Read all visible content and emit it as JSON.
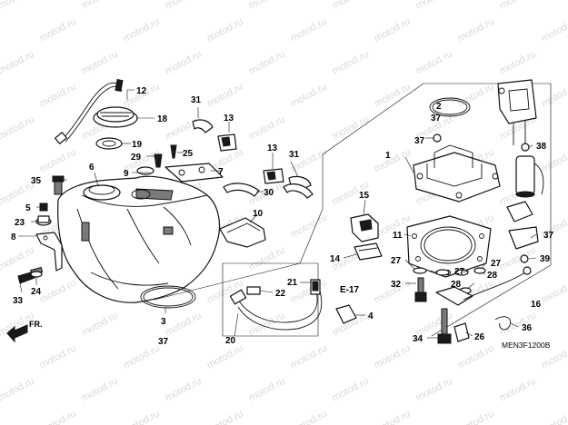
{
  "watermark": "motod.ru",
  "diagram_code": "MEN3F1200B",
  "reference_label": "E-17",
  "direction_label": "FR.",
  "callouts": [
    {
      "id": "c1",
      "text": "1"
    },
    {
      "id": "c2",
      "text": "2"
    },
    {
      "id": "c37a",
      "text": "37"
    },
    {
      "id": "c3",
      "text": "3"
    },
    {
      "id": "c37b",
      "text": "37"
    },
    {
      "id": "c4",
      "text": "4"
    },
    {
      "id": "c5",
      "text": "5"
    },
    {
      "id": "c6",
      "text": "6"
    },
    {
      "id": "c7",
      "text": "7"
    },
    {
      "id": "c8",
      "text": "8"
    },
    {
      "id": "c9",
      "text": "9"
    },
    {
      "id": "c10",
      "text": "10"
    },
    {
      "id": "c11",
      "text": "11"
    },
    {
      "id": "c12",
      "text": "12"
    },
    {
      "id": "c13a",
      "text": "13"
    },
    {
      "id": "c13b",
      "text": "13"
    },
    {
      "id": "c14",
      "text": "14"
    },
    {
      "id": "c15",
      "text": "15"
    },
    {
      "id": "c16",
      "text": "16"
    },
    {
      "id": "c18",
      "text": "18"
    },
    {
      "id": "c19",
      "text": "19"
    },
    {
      "id": "c20",
      "text": "20"
    },
    {
      "id": "c21",
      "text": "21"
    },
    {
      "id": "c22",
      "text": "22"
    },
    {
      "id": "c23",
      "text": "23"
    },
    {
      "id": "c24",
      "text": "24"
    },
    {
      "id": "c25",
      "text": "25"
    },
    {
      "id": "c26",
      "text": "26"
    },
    {
      "id": "c27a",
      "text": "27"
    },
    {
      "id": "c27b",
      "text": "27"
    },
    {
      "id": "c27c",
      "text": "27"
    },
    {
      "id": "c28a",
      "text": "28"
    },
    {
      "id": "c28b",
      "text": "28"
    },
    {
      "id": "c29",
      "text": "29"
    },
    {
      "id": "c30",
      "text": "30"
    },
    {
      "id": "c31a",
      "text": "31"
    },
    {
      "id": "c31b",
      "text": "31"
    },
    {
      "id": "c32",
      "text": "32"
    },
    {
      "id": "c33",
      "text": "33"
    },
    {
      "id": "c34",
      "text": "34"
    },
    {
      "id": "c35",
      "text": "35"
    },
    {
      "id": "c36",
      "text": "36"
    },
    {
      "id": "c37c",
      "text": "37"
    },
    {
      "id": "c37d",
      "text": "37"
    },
    {
      "id": "c38",
      "text": "38"
    },
    {
      "id": "c39",
      "text": "39"
    }
  ]
}
